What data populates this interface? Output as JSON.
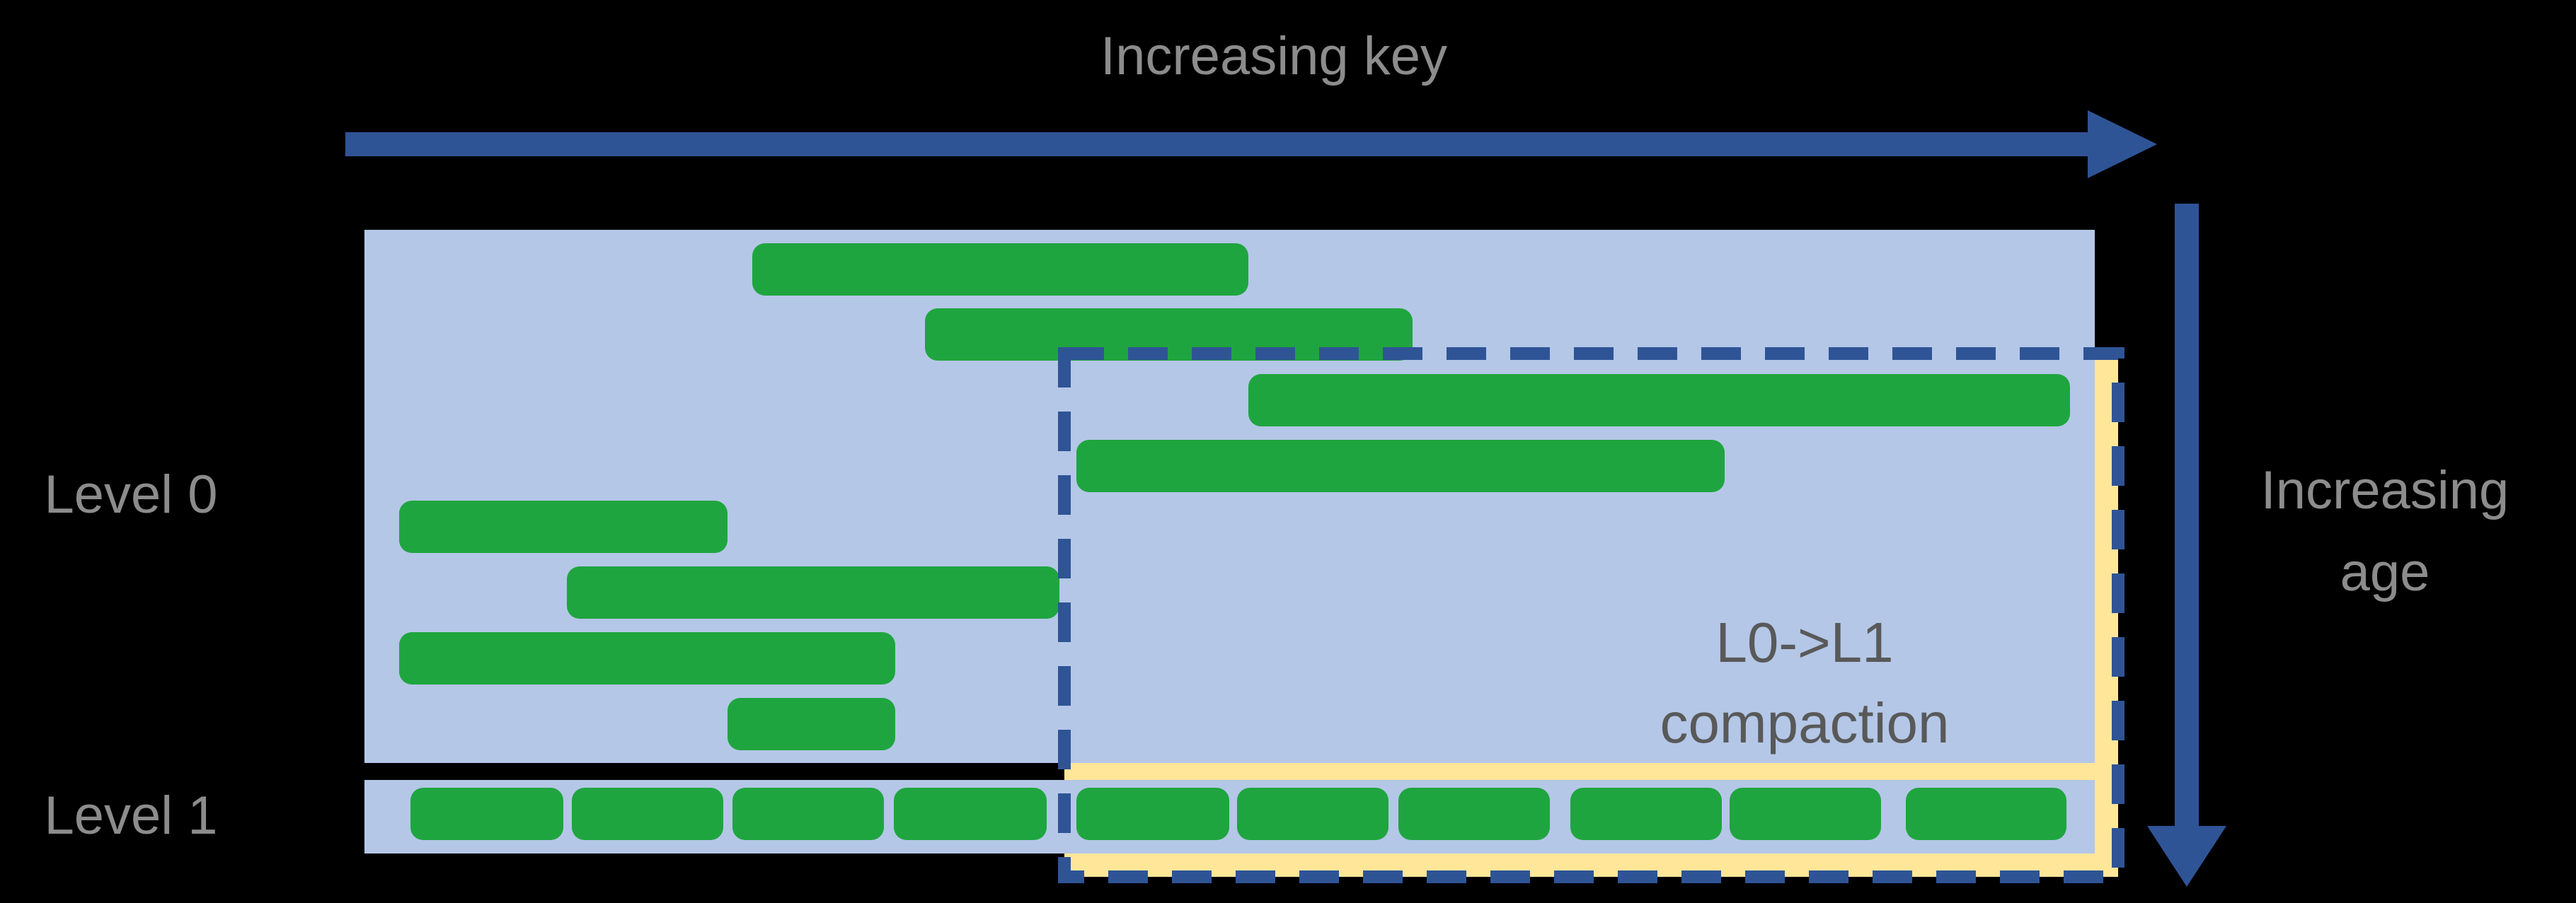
{
  "labels": {
    "increasing_key": "Increasing key",
    "increasing_age_line1": "Increasing",
    "increasing_age_line2": "age",
    "level0": "Level 0",
    "level1": "Level 1",
    "compaction_line1": "L0->L1",
    "compaction_line2": "compaction"
  },
  "colors": {
    "background": "#000000",
    "level-fill": "#B4C7E7",
    "sstable-green": "#1FA53F",
    "arrow-blue": "#2F5496",
    "dashed-blue": "#2F5496",
    "highlight-yellow": "#FFE699",
    "label-gray": "#8C8C8C",
    "compaction-text": "#595959"
  },
  "diagram": {
    "level0_bars": [
      [
        1063,
        344,
        701,
        74
      ],
      [
        1307,
        436,
        689,
        74
      ],
      [
        1764,
        529,
        1161,
        74
      ],
      [
        1521,
        622,
        916,
        74
      ],
      [
        564,
        708,
        464,
        74
      ],
      [
        801,
        801,
        696,
        74
      ],
      [
        564,
        894,
        701,
        74
      ],
      [
        1028,
        987,
        237,
        74
      ]
    ],
    "level1_bars": [
      [
        580,
        1114,
        216,
        74
      ],
      [
        808,
        1114,
        214,
        74
      ],
      [
        1035,
        1114,
        214,
        74
      ],
      [
        1263,
        1114,
        216,
        74
      ],
      [
        1521,
        1114,
        216,
        74
      ],
      [
        1748,
        1114,
        214,
        74
      ],
      [
        1976,
        1114,
        214,
        74
      ],
      [
        2219,
        1114,
        214,
        74
      ],
      [
        2444,
        1114,
        214,
        74
      ],
      [
        2693,
        1114,
        227,
        74
      ]
    ]
  }
}
